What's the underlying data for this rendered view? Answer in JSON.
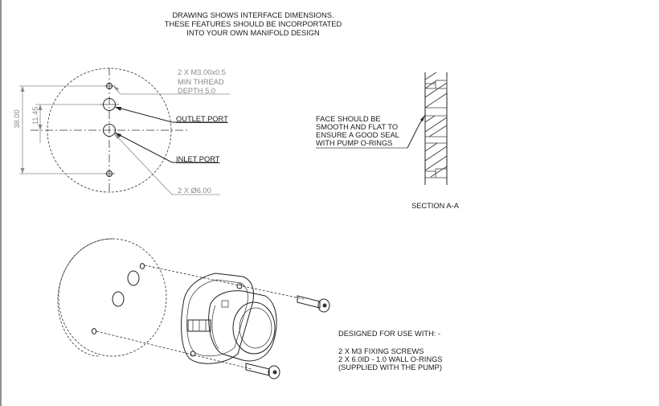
{
  "header_note": [
    "DRAWING SHOWS INTERFACE DIMENSIONS.",
    "THESE FEATURES SHOULD BE INCORPORTATED",
    "INTO YOUR OWN MANIFOLD DESIGN"
  ],
  "front_view": {
    "dim_overall": "38.00",
    "dim_ports": "11.45",
    "thread_note": [
      "2 X M3.00x0.5",
      "MIN THREAD",
      "DEPTH 5.0"
    ],
    "outlet_label": "OUTLET PORT",
    "inlet_label": "INLET PORT",
    "port_dia_note": "2 X Ø6.00"
  },
  "section": {
    "face_note": [
      "FACE SHOULD BE",
      "SMOOTH AND FLAT TO",
      "ENSURE A GOOD SEAL",
      "WITH PUMP O-RINGS"
    ],
    "title": "SECTION A-A"
  },
  "usage_note": {
    "heading": "DESIGNED FOR USE WITH: -",
    "lines": [
      "2 X M3 FIXING SCREWS",
      "2 X 6.0ID - 1.0 WALL O-RINGS",
      "(SUPPLIED WITH THE PUMP)"
    ]
  }
}
